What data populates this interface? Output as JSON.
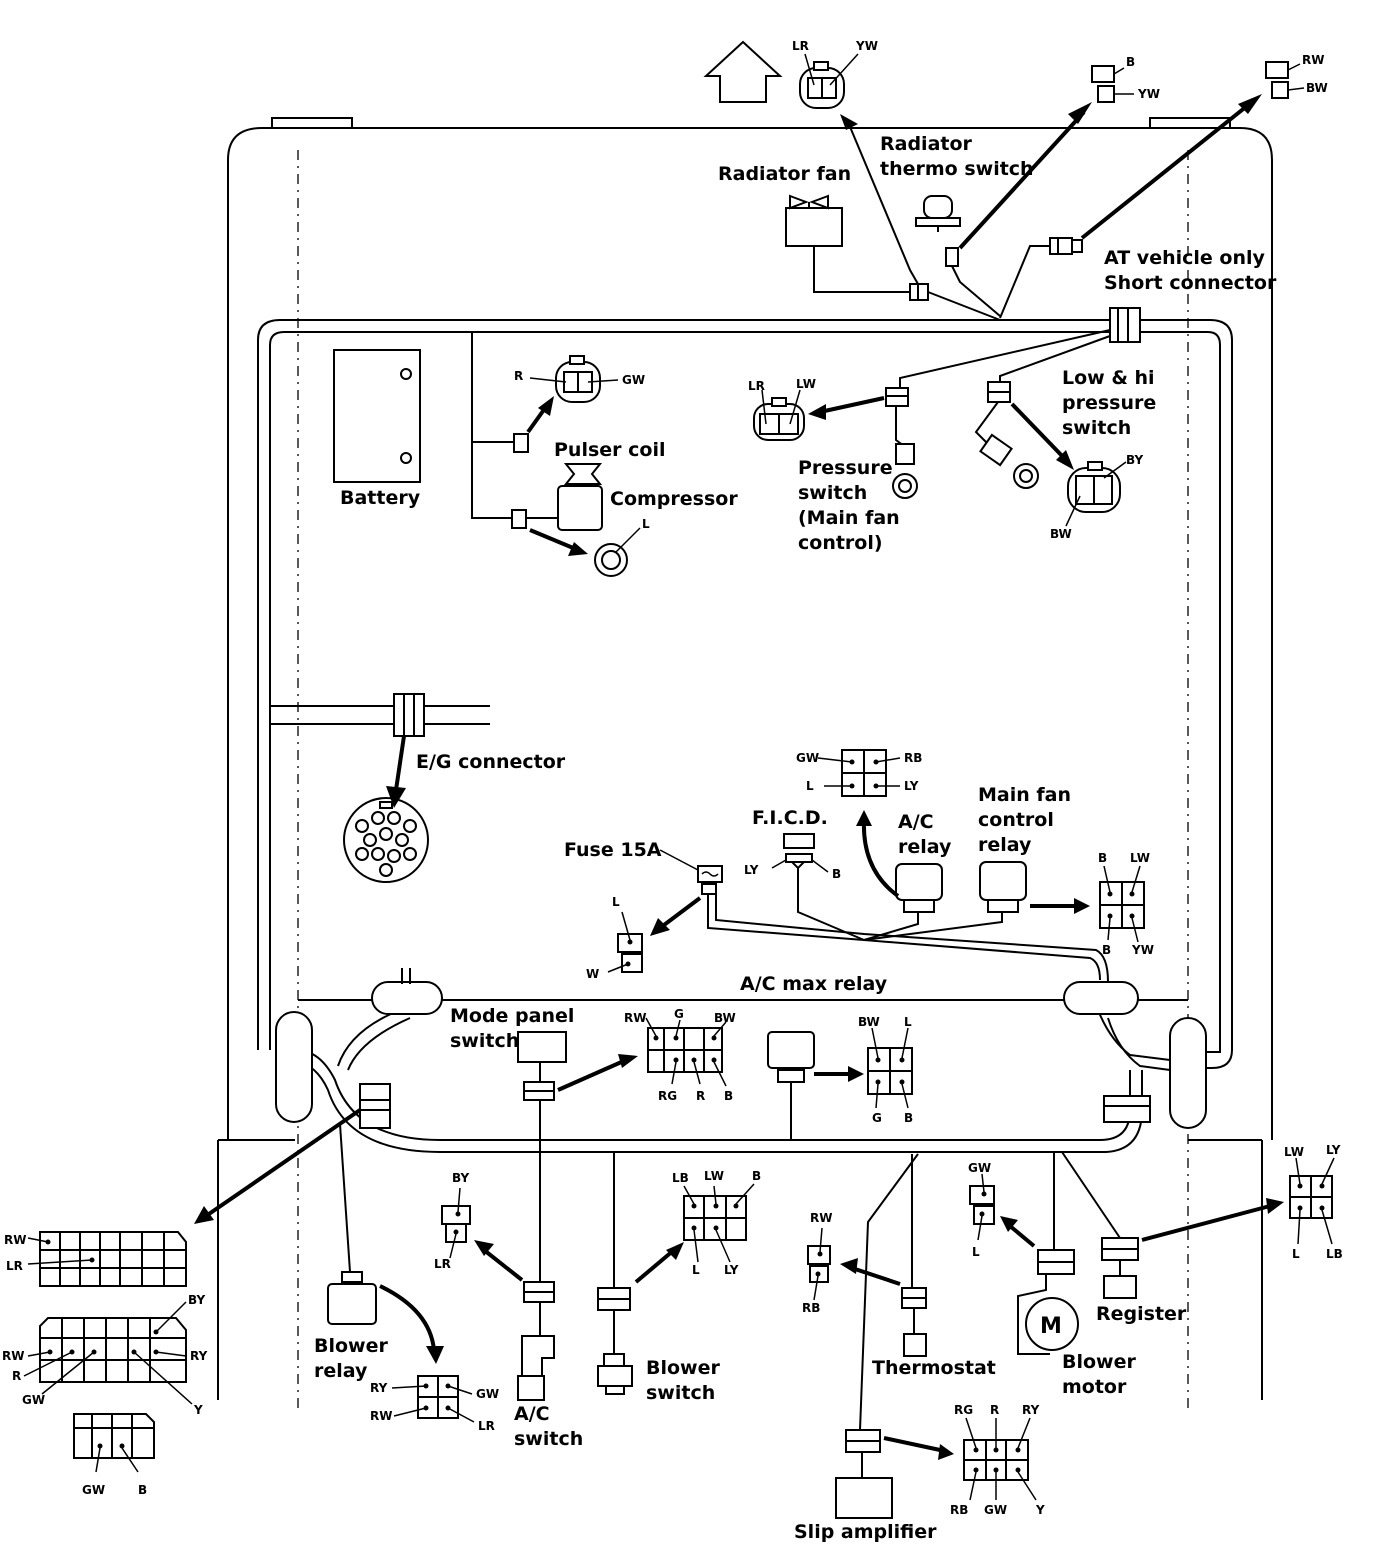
{
  "components": {
    "radiator_fan": "Radiator fan",
    "radiator_thermo_switch": [
      "Radiator",
      "thermo switch"
    ],
    "at_note": [
      "AT vehicle only",
      "Short connector"
    ],
    "battery": "Battery",
    "pulser_coil": "Pulser coil",
    "compressor": "Compressor",
    "pressure_switch": [
      "Pressure",
      "switch",
      "(Main fan",
      "control)"
    ],
    "low_hi_pressure_switch": [
      "Low & hi",
      "pressure",
      "switch"
    ],
    "eg_connector": "E/G connector",
    "ficd": "F.I.C.D.",
    "fuse": "Fuse 15A",
    "ac_relay": [
      "A/C",
      "relay"
    ],
    "main_fan_control_relay": [
      "Main fan",
      "control",
      "relay"
    ],
    "ac_max_relay": "A/C max relay",
    "mode_panel_switch": [
      "Mode panel",
      "switch"
    ],
    "blower_relay": [
      "Blower",
      "relay"
    ],
    "ac_switch": [
      "A/C",
      "switch"
    ],
    "blower_switch": [
      "Blower",
      "switch"
    ],
    "thermostat": "Thermostat",
    "blower_motor": [
      "Blower",
      "motor"
    ],
    "motor_symbol": "M",
    "register": "Register",
    "slip_amplifier": "Slip amplifier"
  },
  "pins": {
    "fan_conn": [
      "LR",
      "YW"
    ],
    "thermo_conn": [
      "B",
      "YW"
    ],
    "at_conn": [
      "RW",
      "BW"
    ],
    "pulser_conn": [
      "R",
      "GW"
    ],
    "compressor_pin": "L",
    "pressure_conn": [
      "LR",
      "LW"
    ],
    "lowhi_conn": [
      "BY",
      "BW"
    ],
    "ac_relay_conn": [
      "GW",
      "RB",
      "L",
      "LY"
    ],
    "ficd_conn": [
      "LY",
      "B"
    ],
    "fuse_conn": [
      "L",
      "W"
    ],
    "mainfan_conn": [
      "B",
      "LW",
      "B",
      "YW"
    ],
    "mode_conn": [
      "RW",
      "G",
      "BW",
      "RG",
      "R",
      "B"
    ],
    "acmax_conn": [
      "BW",
      "L",
      "G",
      "B"
    ],
    "harness_a": [
      "RW",
      "LR"
    ],
    "harness_b": [
      "BY",
      "RW",
      "R",
      "RY",
      "GW",
      "Y"
    ],
    "harness_c": [
      "GW",
      "B"
    ],
    "blower_relay_conn": [
      "RY",
      "GW",
      "RW",
      "LR"
    ],
    "ac_switch_conn": [
      "BY",
      "LR"
    ],
    "blower_switch_conn": [
      "LB",
      "LW",
      "B",
      "L",
      "LY"
    ],
    "thermostat_conn": [
      "RW",
      "RB"
    ],
    "blower_motor_conn": [
      "GW",
      "L"
    ],
    "register_conn": [
      "LW",
      "LY",
      "L",
      "LB"
    ],
    "slip_conn": [
      "RG",
      "R",
      "RY",
      "RB",
      "GW",
      "Y"
    ]
  }
}
